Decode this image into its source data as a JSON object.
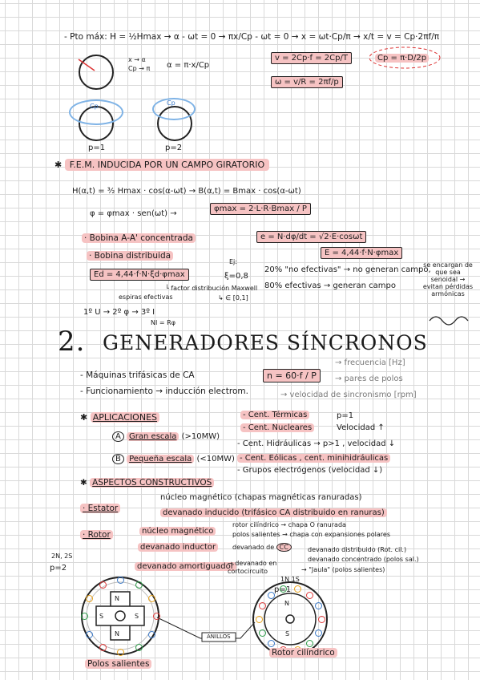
{
  "pto_max": {
    "label": "- Pto máx:",
    "line1": "H = ½Hmax → α - ωt = 0 → πx/Cp - ωt = 0 → x = ωt·Cp/π → x/t = v = Cp·2πf/π",
    "map1": "x → α",
    "map2": "Cp → π",
    "alpha": "α = π·x/Cp",
    "v_eq": "v = 2Cp·f = 2Cp/T",
    "cp_eq": "Cp = π·D/2p",
    "w_eq": "ω = v/R = 2πf/p",
    "p1": "p=1",
    "p2": "p=2",
    "cp_sym": "Cp"
  },
  "fem": {
    "heading": "F.E.M. INDUCIDA POR UN CAMPO GIRATORIO",
    "h_line": "H(α,t) = ³⁄₂ Hmax · cos(α-ωt) → B(α,t) = Bmax · cos(α-ωt)",
    "phi_line": "φ = φmax · sen(ωt) →",
    "phimax": "φmax = 2·L·R·Bmax / P",
    "bobina_conc": "· Bobina A-A' concentrada",
    "e_eq": "e = N·dφ/dt = √2·E·cosωt",
    "E_eq": "E = 4,44·f·N·φmax",
    "bobina_dist": "· Bobina distribuida",
    "ed_eq": "Ed = 4,44·f·N·ξd·φmax",
    "ej": "Ej:",
    "xi": "ξ=0,8",
    "p20": "20% \"no efectivas\" → no generan campo,",
    "p80": "80% efectivas → generan campo",
    "factor": "└ factor distribución Maxwell",
    "range": "↳ ∈ [0,1]",
    "espiras": "espiras efectivas",
    "chain": "1º U → 2º φ → 3º I",
    "ni": "NI = Rφ",
    "side_note": "se encargan de que sea senoidal → evitan pérdidas armónicas"
  },
  "gen": {
    "number": "2.",
    "title": "GENERADORES SÍNCRONOS",
    "maq": "- Máquinas trifásicas de CA",
    "func": "- Funcionamiento → inducción electrom.",
    "n_eq": "n = 60·f / P",
    "frec": "→ frecuencia [Hz]",
    "pares": "→ pares de polos",
    "vel": "→ velocidad de sincronismo [rpm]"
  },
  "apps": {
    "heading": "APLICACIONES",
    "a_letter": "A",
    "a_label": "Gran escala",
    "a_range": "(>10MW)",
    "b_letter": "B",
    "b_label": "Pequeña escala",
    "b_range": "(<10MW)",
    "termicas": "- Cent. Térmicas",
    "nucleares": "- Cent. Nucleares",
    "p1": "p=1",
    "vel_up": "Velocidad ↑",
    "hidraulicas": "- Cent. Hidráulicas → p>1 , velocidad ↓",
    "eolicas": "- Cent. Eólicas , cent. minihidráulicas",
    "grupos": "- Grupos electrógenos (velocidad ↓)"
  },
  "aspectos": {
    "heading": "ASPECTOS CONSTRUCTIVOS",
    "estator": "· Estator",
    "est_1": "núcleo magnético (chapas magnéticas ranuradas)",
    "est_2": "devanado inducido (trifásico CA distribuido en ranuras)",
    "rotor": "· Rotor",
    "rot_nucleo": "núcleo magnético",
    "rot_cil": "rotor cilíndrico → chapa O ranurada",
    "rot_sal": "polos salientes → chapa con expansiones polares",
    "rot_ind": "devanado inductor",
    "rot_dev": "devanado de",
    "cc": "CC",
    "dist": "devanado distribuido (Rot. cil.)",
    "conc": "devanado concentrado (polos sal.)",
    "amort": "devanado amortiguador",
    "corto": "→ devanado en cortocircuito",
    "jaula": "→ \"Jaula\" (polos salientes)"
  },
  "figures": {
    "left_poles": "2N, 2S",
    "left_p": "p=2",
    "right_poles": "1N 1S",
    "right_p": "p=1",
    "anillos": "ANILLOS",
    "polos_label": "Polos salientes",
    "rotor_label": "Rotor cilíndrico",
    "N": "N",
    "S": "S"
  }
}
